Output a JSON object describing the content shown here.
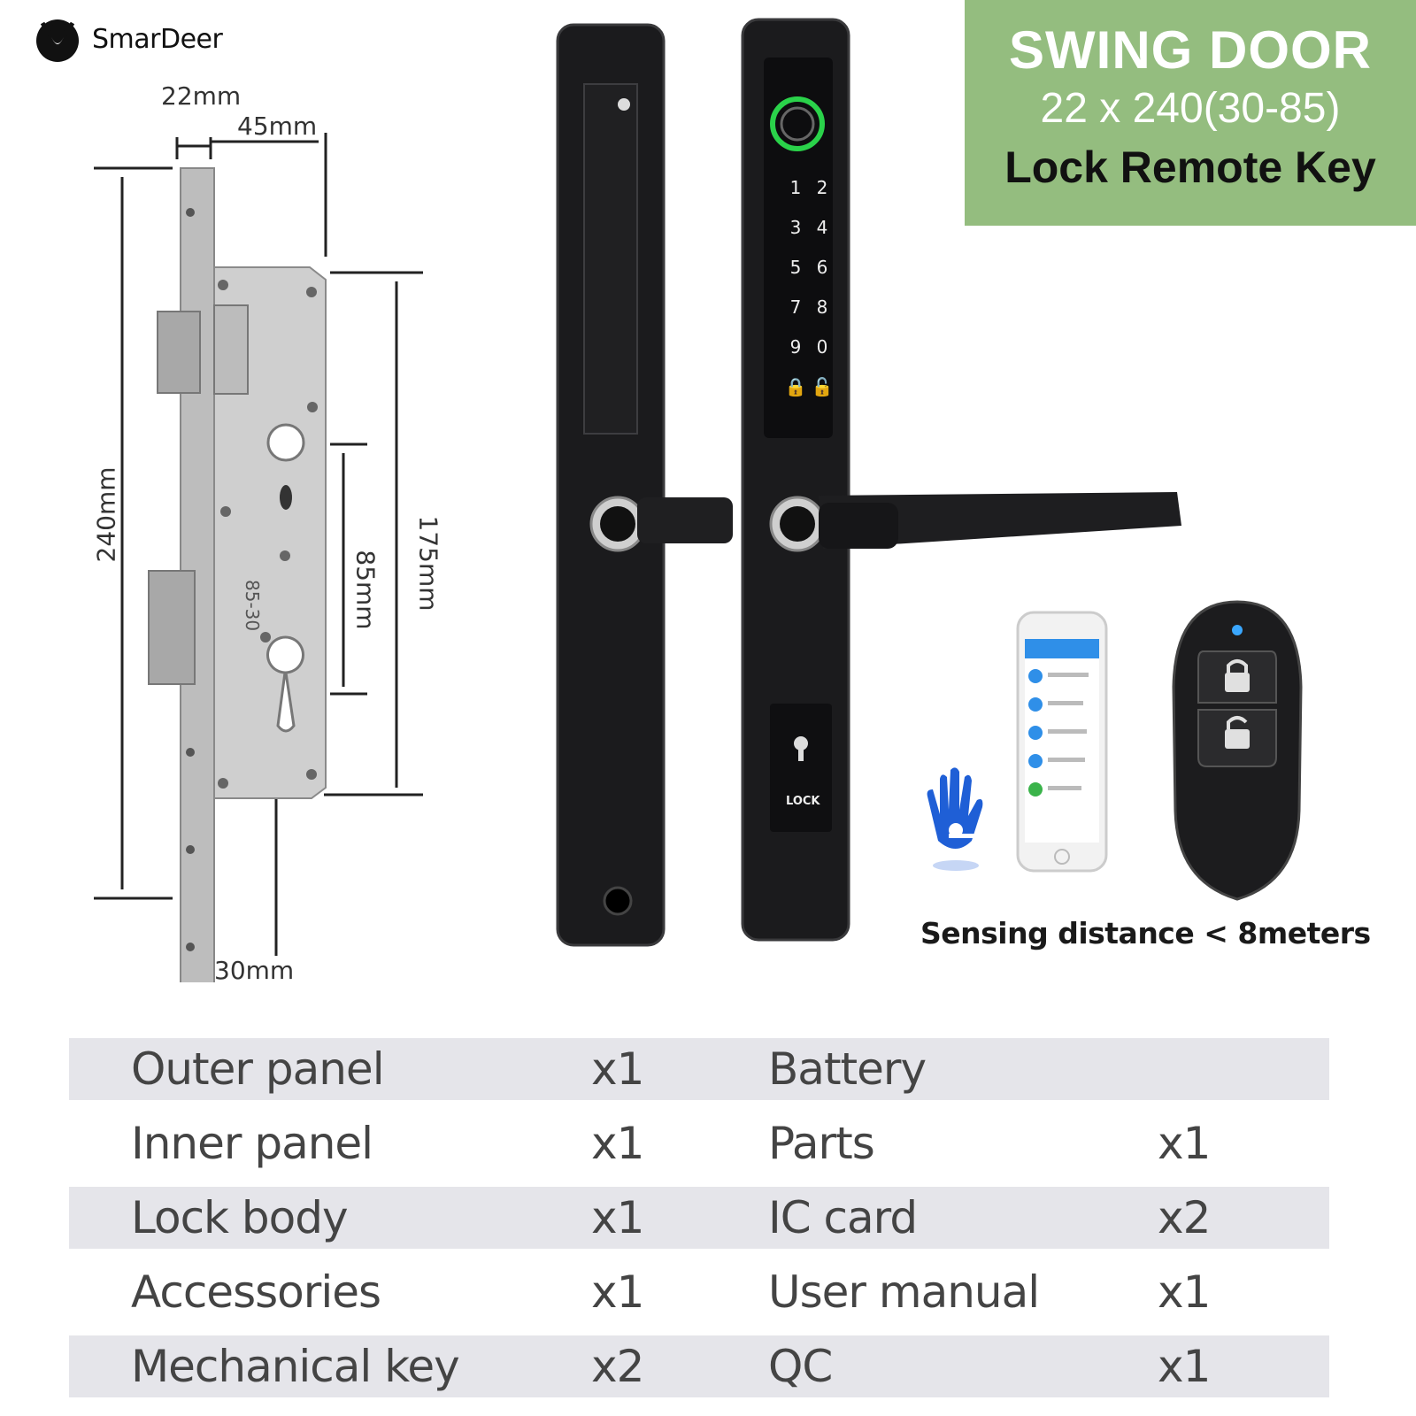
{
  "brand": {
    "name": "SmarDeer"
  },
  "banner": {
    "title": "SWING DOOR",
    "size": "22 x 240(30-85)",
    "subtitle": "Lock Remote Key",
    "bg_color": "#94bd7f"
  },
  "dimensions": {
    "faceplate_width": "22mm",
    "backset_depth": "45mm",
    "total_height": "240mm",
    "center_distance": "85mm",
    "body_height": "175mm",
    "backset": "30mm",
    "lock_body_mark": "85-30"
  },
  "keypad": {
    "keys": [
      "1",
      "2",
      "3",
      "4",
      "5",
      "6",
      "7",
      "8",
      "9",
      "0"
    ],
    "lock_symbol": "lock-icon",
    "unlock_symbol": "unlock-icon",
    "inner_button_label": "LOCK"
  },
  "sensing_caption": "Sensing distance < 8meters",
  "contents": {
    "rows": [
      {
        "item1": "Outer panel",
        "qty1": "x1",
        "item2": "Battery",
        "qty2": ""
      },
      {
        "item1": "Inner panel",
        "qty1": "x1",
        "item2": "Parts",
        "qty2": "x1"
      },
      {
        "item1": "Lock body",
        "qty1": "x1",
        "item2": "IC card",
        "qty2": "x2"
      },
      {
        "item1": "Accessories",
        "qty1": "x1",
        "item2": "User manual",
        "qty2": "x1"
      },
      {
        "item1": "Mechanical key",
        "qty1": "x2",
        "item2": "QC",
        "qty2": "x1"
      }
    ]
  }
}
